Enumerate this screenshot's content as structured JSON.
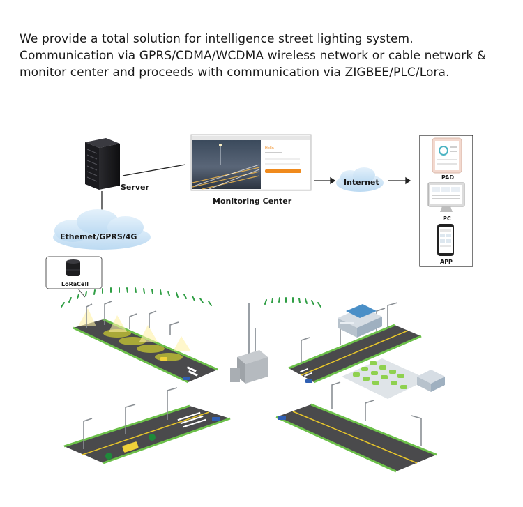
{
  "intro_text": "We provide a total solution for intelligence street lighting system. Communication via GPRS/CDMA/WCDMA wireless network or cable network & monitor center and proceeds with communication via ZIGBEE/PLC/Lora.",
  "labels": {
    "server": "Server",
    "monitoring_center": "Monitoring Center",
    "internet": "Internet",
    "network": "Ethemet/GPRS/4G",
    "loracell": "LoRaCell",
    "pad": "PAD",
    "pc": "PC",
    "app": "APP"
  },
  "monitor_screen": {
    "greeting": "Hello"
  },
  "colors": {
    "road": "#4a4a4c",
    "road_edge": "#6cc04a",
    "lane_line": "#e8c62a",
    "cloud_fill": "#cfe6f8",
    "signal": "#2f9e44",
    "accent_orange": "#f08a1c"
  },
  "icons": [
    "server-rack-icon",
    "cloud-icon",
    "loracell-device-icon",
    "gateway-tower-icon",
    "tablet-icon",
    "desktop-pc-icon",
    "smartphone-icon",
    "building-icon",
    "car-icon",
    "bus-icon",
    "tree-icon",
    "streetlight-icon"
  ]
}
